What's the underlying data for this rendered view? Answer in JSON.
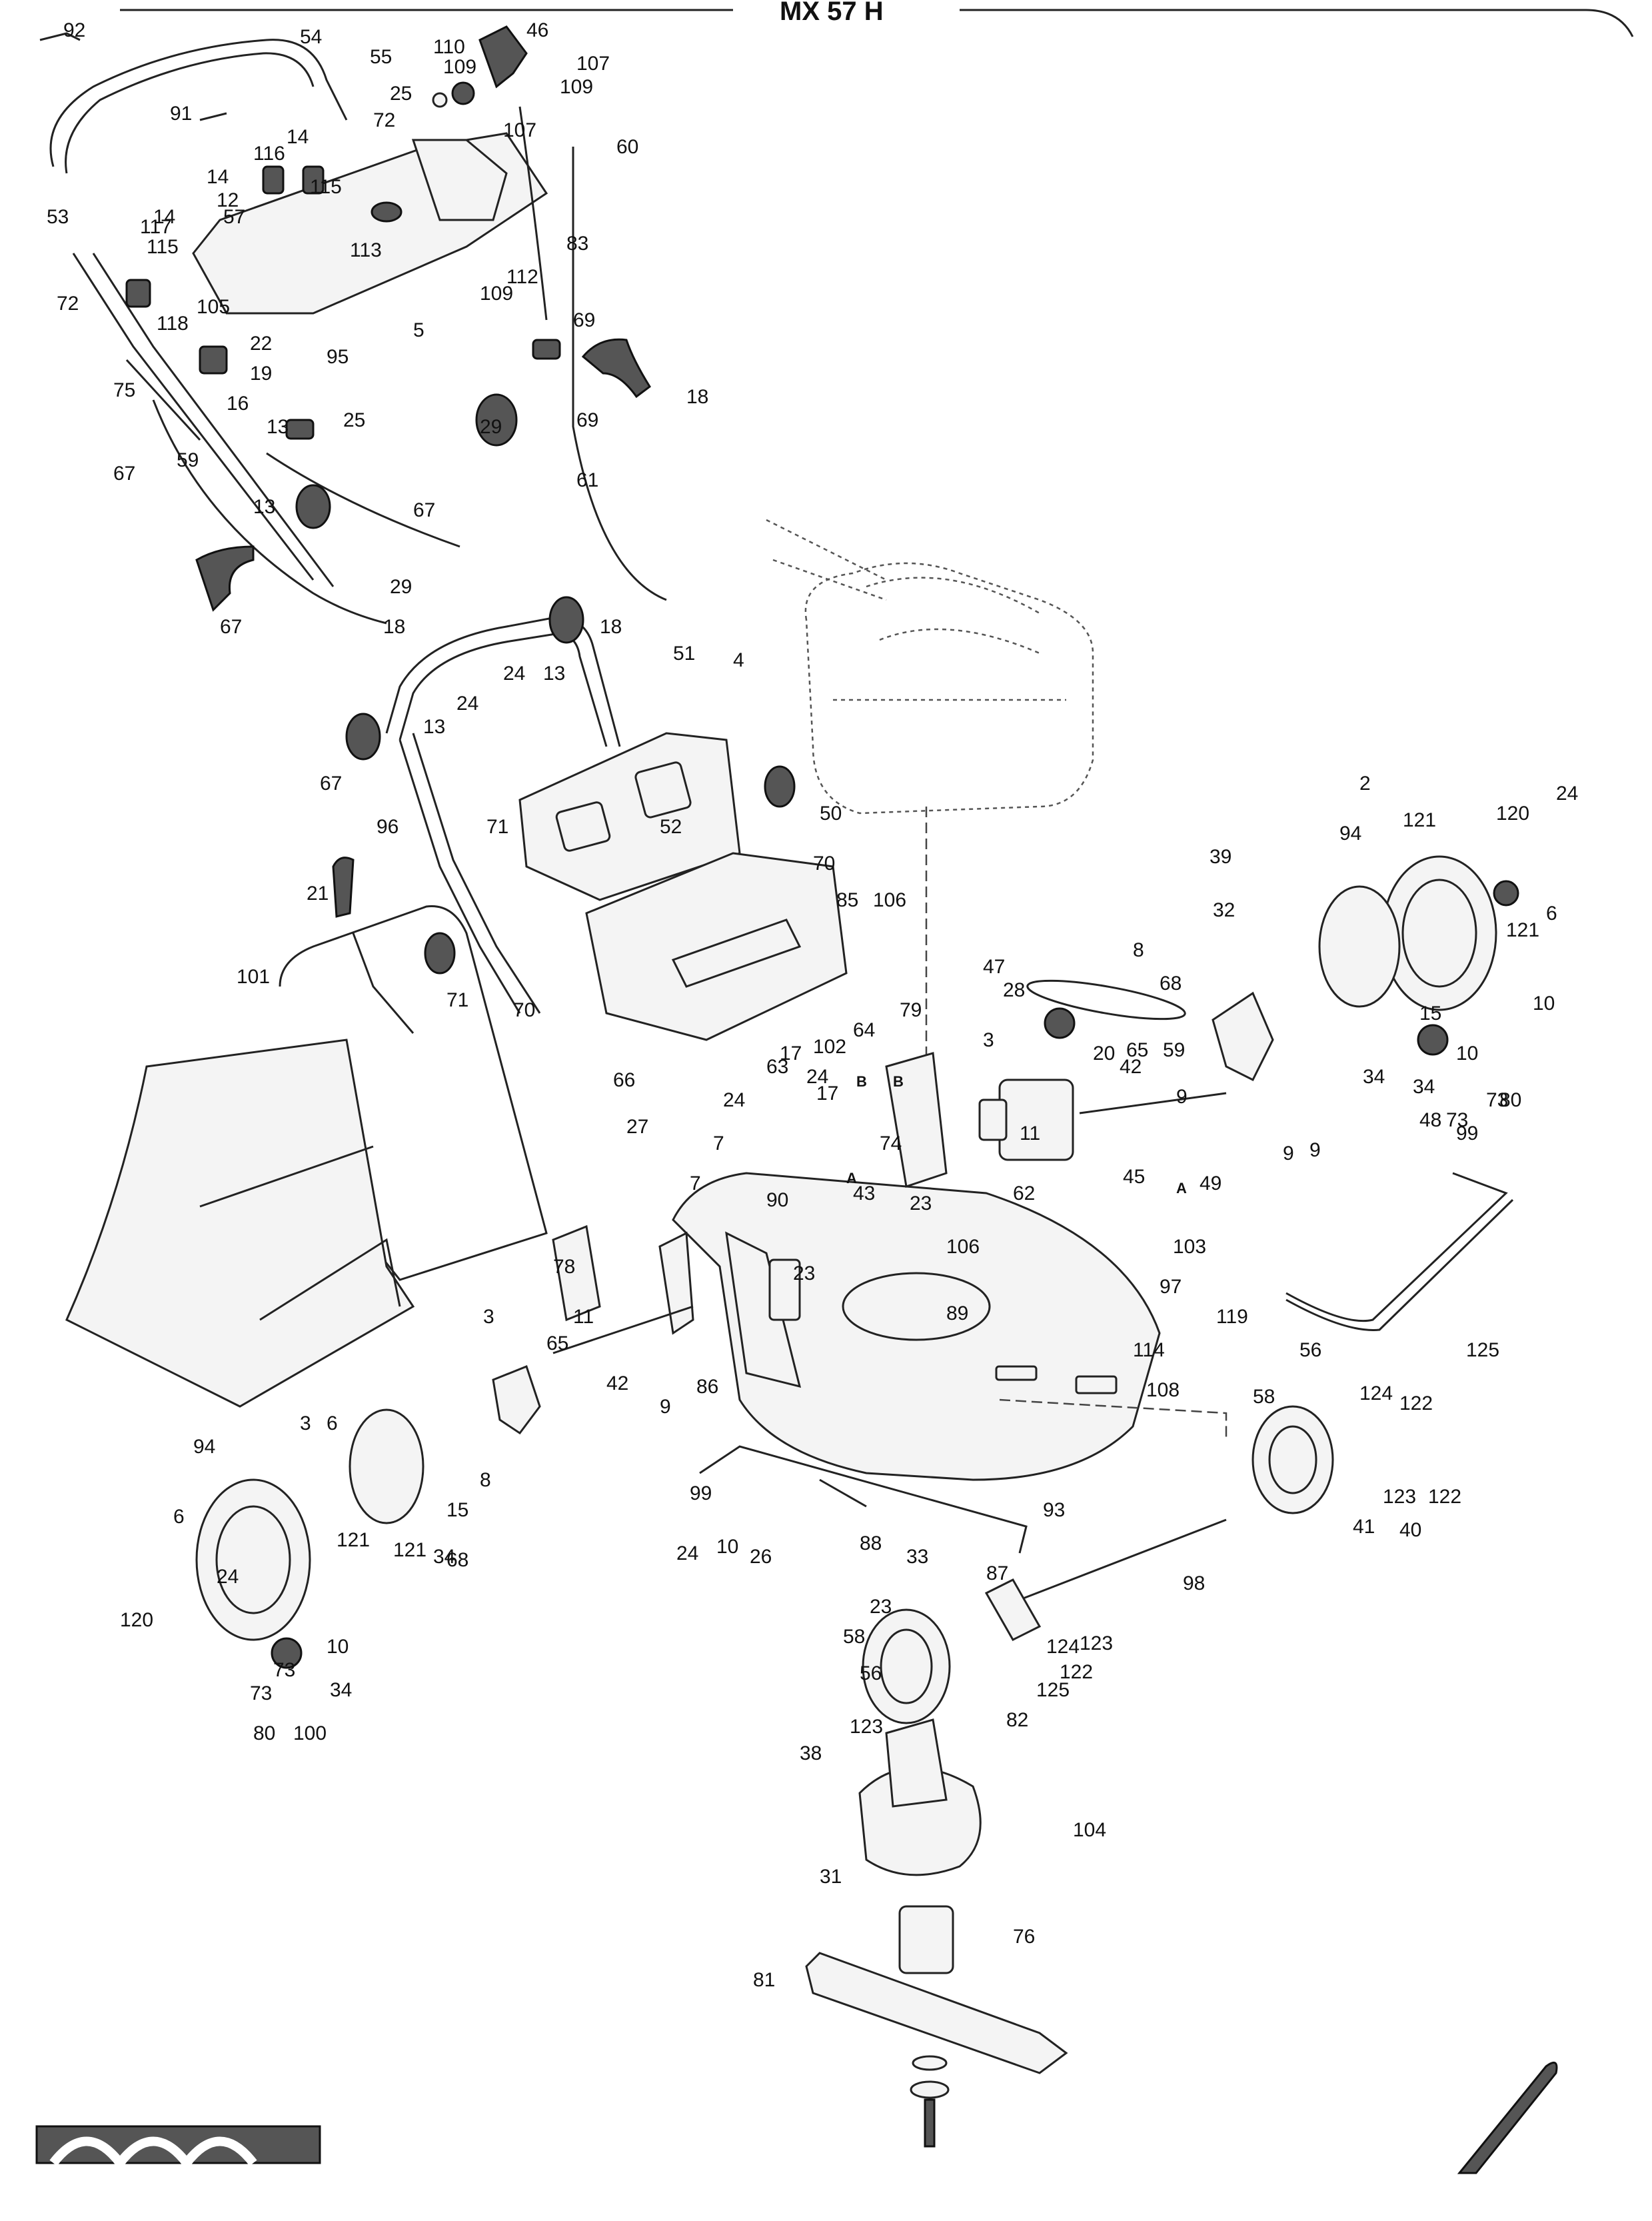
{
  "diagram": {
    "title": "MX 57 H",
    "section_markers": [
      "A",
      "A",
      "B",
      "B"
    ],
    "callouts": [
      "92",
      "54",
      "110",
      "46",
      "107",
      "109",
      "109",
      "55",
      "25",
      "91",
      "72",
      "107",
      "60",
      "14",
      "14",
      "116",
      "12",
      "57",
      "14",
      "115",
      "117",
      "113",
      "83",
      "53",
      "115",
      "112",
      "109",
      "105",
      "22",
      "72",
      "118",
      "95",
      "5",
      "69",
      "19",
      "18",
      "75",
      "16",
      "69",
      "13",
      "25",
      "59",
      "67",
      "29",
      "61",
      "13",
      "67",
      "29",
      "18",
      "18",
      "67",
      "24",
      "13",
      "4",
      "24",
      "13",
      "51",
      "67",
      "52",
      "96",
      "71",
      "70",
      "50",
      "106",
      "21",
      "85",
      "101",
      "71",
      "70",
      "102",
      "79",
      "64",
      "66",
      "28",
      "3",
      "63",
      "17",
      "27",
      "24",
      "24",
      "7",
      "17",
      "7",
      "90",
      "43",
      "23",
      "106",
      "89",
      "23",
      "78",
      "3",
      "11",
      "65",
      "42",
      "9",
      "86",
      "3",
      "6",
      "99",
      "94",
      "8",
      "6",
      "121",
      "15",
      "34",
      "10",
      "68",
      "121",
      "24",
      "120",
      "10",
      "73",
      "73",
      "34",
      "80",
      "100",
      "24",
      "26",
      "88",
      "33",
      "93",
      "87",
      "97",
      "114",
      "108",
      "103",
      "62",
      "74",
      "11",
      "65",
      "20",
      "42",
      "59",
      "9",
      "49",
      "45",
      "47",
      "39",
      "32",
      "8",
      "68",
      "94",
      "2",
      "121",
      "120",
      "24",
      "6",
      "121",
      "10",
      "34",
      "15",
      "34",
      "10",
      "73",
      "73",
      "80",
      "99",
      "48",
      "9",
      "9",
      "119",
      "56",
      "125",
      "58",
      "124",
      "122",
      "123",
      "122",
      "41",
      "40",
      "98",
      "123",
      "122",
      "124",
      "125",
      "58",
      "56",
      "123",
      "38",
      "23",
      "82",
      "104",
      "31",
      "76",
      "81"
    ]
  }
}
